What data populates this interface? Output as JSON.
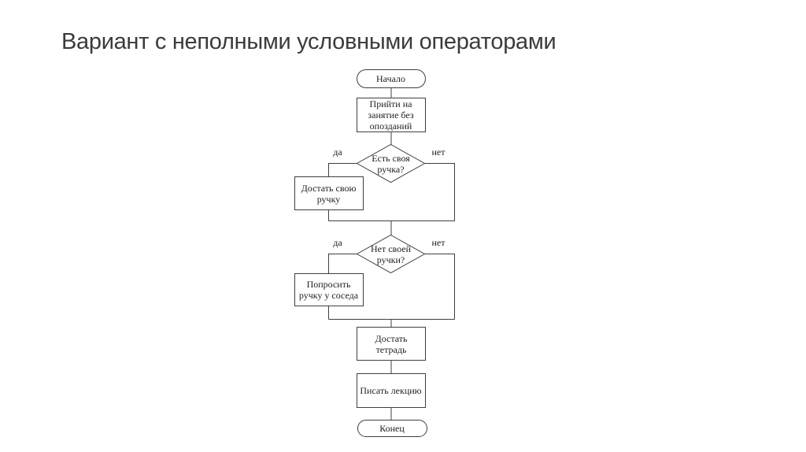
{
  "slide": {
    "title": "Вариант с неполными условными операторами"
  },
  "flowchart": {
    "nodes": {
      "start": "Начало",
      "arrive": "Прийти на занятие без опозданий",
      "has_pen_q": "Есть своя ручка?",
      "take_own_pen": "Достать свою ручку",
      "no_pen_q": "Нет своей ручки?",
      "ask_neighbor": "Попросить ручку у соседа",
      "take_notebook": "Достать тетрадь",
      "write_lecture": "Писать лекцию",
      "end": "Конец"
    },
    "branch_labels": {
      "d1_yes": "да",
      "d1_no": "нет",
      "d2_yes": "да",
      "d2_no": "нет"
    }
  },
  "colors": {
    "background": "#ffffff",
    "stroke": "#3f3f3f",
    "text": "#1f1f1f",
    "title": "#3b3b3b"
  }
}
